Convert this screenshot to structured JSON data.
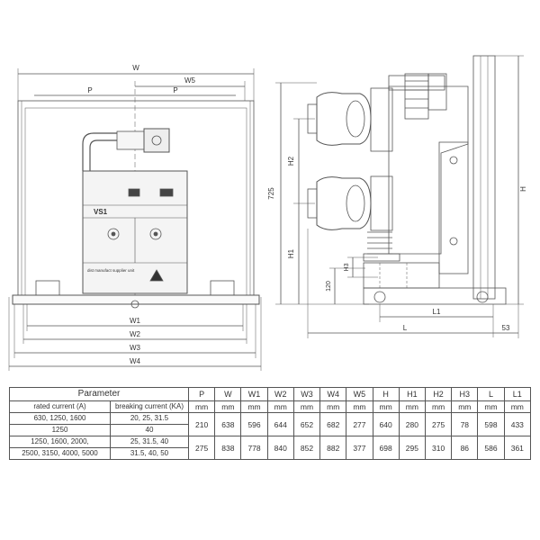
{
  "front_view": {
    "dim_labels": [
      "W",
      "W5",
      "P",
      "P",
      "W1",
      "W2",
      "W3",
      "W4"
    ],
    "breaker_panel_label": "VS1",
    "nameplate_text": "dist manufact supplier unit"
  },
  "side_view": {
    "dim_labels": [
      "725",
      "H2",
      "H1",
      "H3",
      "120",
      "H",
      "L1",
      "L",
      "53"
    ]
  },
  "table": {
    "title": "Parameter",
    "subheaders": [
      "rated current (A)",
      "breaking current (KA)"
    ],
    "param_headers": [
      "P",
      "W",
      "W1",
      "W2",
      "W3",
      "W4",
      "W5",
      "H",
      "H1",
      "H2",
      "H3",
      "L",
      "L1"
    ],
    "units": [
      "mm",
      "mm",
      "mm",
      "mm",
      "mm",
      "mm",
      "mm",
      "mm",
      "mm",
      "mm",
      "mm",
      "mm",
      "mm"
    ],
    "current_rows": [
      {
        "rated": "630, 1250, 1600",
        "breaking": "20, 25, 31.5"
      },
      {
        "rated": "1250",
        "breaking": "40"
      },
      {
        "rated": "1250, 1600, 2000,",
        "breaking": "25, 31.5, 40"
      },
      {
        "rated": "2500, 3150, 4000, 5000",
        "breaking": "31.5, 40, 50"
      }
    ],
    "value_rows": [
      [
        "210",
        "638",
        "596",
        "644",
        "652",
        "682",
        "277",
        "640",
        "280",
        "275",
        "78",
        "598",
        "433"
      ],
      [
        "275",
        "838",
        "778",
        "840",
        "852",
        "882",
        "377",
        "698",
        "295",
        "310",
        "86",
        "586",
        "361"
      ]
    ]
  }
}
